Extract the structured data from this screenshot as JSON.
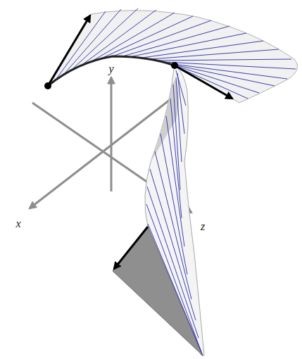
{
  "diagram": {
    "labels": [
      "y",
      "x",
      "z"
    ]
  }
}
